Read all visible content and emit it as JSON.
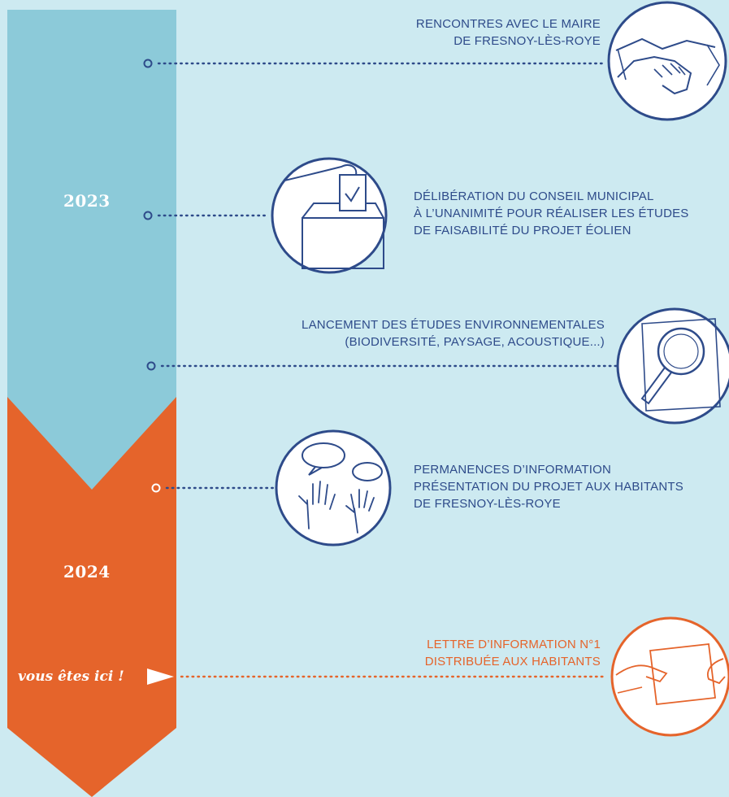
{
  "colors": {
    "background": "#cdeaf1",
    "timeline_2023": "#8ccad9",
    "timeline_2024": "#e5642b",
    "line_navy": "#2e4b8a",
    "line_orange": "#e5642b",
    "icon_fill": "#ffffff"
  },
  "timeline": {
    "year_2023": "2023",
    "year_2024": "2024",
    "current_marker": "vous êtes ici !"
  },
  "milestones": [
    {
      "lines": [
        "RENCONTRES AVEC LE MAIRE",
        "DE FRESNOY-LÈS-ROYE"
      ],
      "icon": "handshake-icon",
      "status": "done"
    },
    {
      "lines": [
        "DÉLIBÉRATION DU CONSEIL MUNICIPAL",
        "À L’UNANIMITÉ POUR RÉALISER LES ÉTUDES",
        "DE FAISABILITÉ DU PROJET ÉOLIEN"
      ],
      "icon": "ballot-box-icon",
      "status": "done"
    },
    {
      "lines": [
        "LANCEMENT DES ÉTUDES ENVIRONNEMENTALES",
        "(BIODIVERSITÉ, PAYSAGE, ACOUSTIQUE...)"
      ],
      "icon": "magnifier-icon",
      "status": "done"
    },
    {
      "lines": [
        "PERMANENCES D’INFORMATION",
        "PRÉSENTATION DU PROJET AUX HABITANTS",
        "DE FRESNOY-LÈS-ROYE"
      ],
      "icon": "raised-hands-speech-icon",
      "status": "done"
    },
    {
      "lines": [
        "LETTRE D’INFORMATION N°1",
        "DISTRIBUÉE AUX HABITANTS"
      ],
      "icon": "letter-handover-icon",
      "status": "current"
    }
  ]
}
